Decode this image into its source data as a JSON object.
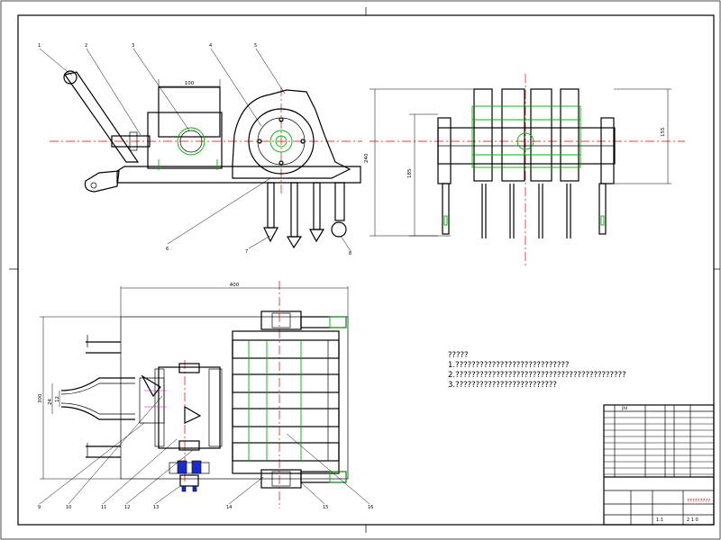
{
  "notes": {
    "title": "?????",
    "lines": [
      "1.????????????????????????????",
      "2.??????????????????????????????????????????",
      "3.?????????????????????????"
    ]
  },
  "dimensions": {
    "d100": "100",
    "d240": "240",
    "d185": "185",
    "d155": "155",
    "d400": "400",
    "d300": "300",
    "d24": "24",
    "d12": "12"
  },
  "balloons_top": [
    "1",
    "2",
    "3",
    "4",
    "5",
    "6",
    "7",
    "8"
  ],
  "balloons_bottom": [
    "9",
    "10",
    "11",
    "12",
    "13",
    "14",
    "15",
    "16"
  ],
  "title_block": {
    "header": "JX4",
    "drawing_name": "?????????",
    "scale": "1:1",
    "sheet": "2 1 0"
  }
}
